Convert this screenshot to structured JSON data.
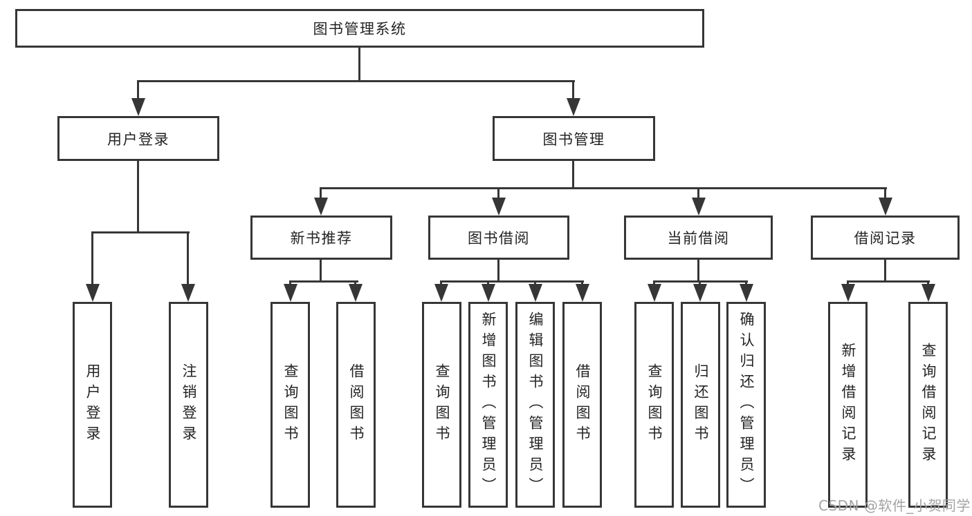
{
  "colors": {
    "line": "#363636",
    "text": "#242424",
    "watermark_color": "#a3a3a3",
    "background": "#ffffff"
  },
  "tree": {
    "root": "图书管理系统",
    "branches": [
      {
        "label": "用户登录",
        "leaves": [
          "用户登录",
          "注销登录"
        ]
      },
      {
        "label": "图书管理",
        "children": [
          {
            "label": "新书推荐",
            "leaves": [
              "查询图书",
              "借阅图书"
            ]
          },
          {
            "label": "图书借阅",
            "leaves": [
              "查询图书",
              "新增图书（管理员）",
              "编辑图书（管理员）",
              "借阅图书"
            ]
          },
          {
            "label": "当前借阅",
            "leaves": [
              "查询图书",
              "归还图书",
              "确认归还（管理员）"
            ]
          },
          {
            "label": "借阅记录",
            "leaves": [
              "新增借阅记录",
              "查询借阅记录"
            ]
          }
        ]
      }
    ]
  },
  "watermark": {
    "text": "CSDN @软件_小贺同学"
  }
}
